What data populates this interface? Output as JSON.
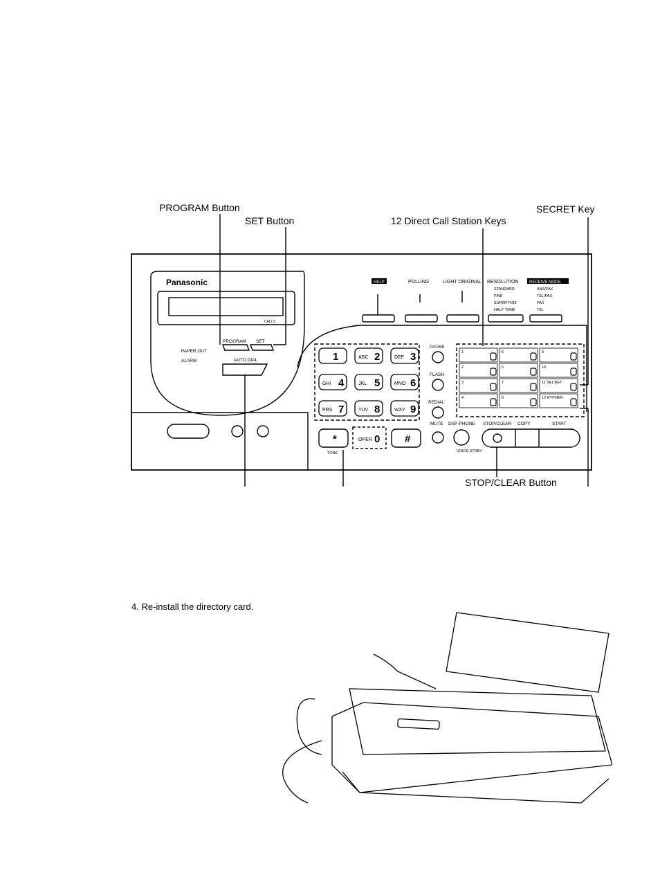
{
  "callouts": {
    "program_button": "PROGRAM Button",
    "set_button": "SET Button",
    "direct_call_keys": "12 Direct Call Station Keys",
    "secret_key": "SECRET Key",
    "stop_clear_button": "STOP/CLEAR Button"
  },
  "panel": {
    "brand": "Panasonic",
    "calls": "CALLS",
    "help": "HELP",
    "polling": "POLLING",
    "light_original": "LIGHT ORIGINAL",
    "resolution": "RESOLUTION",
    "receive_mode": "RECEIVE MODE",
    "resolution_options": [
      "STANDARD",
      "FINE",
      "SUPER FINE",
      "HALF TONE"
    ],
    "receive_options": [
      "ANS/FAX",
      "TEL/FAX",
      "FAX",
      "TEL"
    ],
    "program": "PROGRAM",
    "set": "SET",
    "auto_dial": "AUTO DIAL",
    "paper_out": "PAPER OUT",
    "alarm": "ALARM",
    "keypad": [
      {
        "letters": "",
        "digit": "1"
      },
      {
        "letters": "ABC",
        "digit": "2"
      },
      {
        "letters": "DEF",
        "digit": "3"
      },
      {
        "letters": "GHI",
        "digit": "4"
      },
      {
        "letters": "JKL",
        "digit": "5"
      },
      {
        "letters": "MNO",
        "digit": "6"
      },
      {
        "letters": "PRS",
        "digit": "7"
      },
      {
        "letters": "TUV",
        "digit": "8"
      },
      {
        "letters": "WXY",
        "digit": "9"
      },
      {
        "letters": "",
        "digit": "*"
      },
      {
        "letters": "OPER",
        "digit": "0"
      },
      {
        "letters": "",
        "digit": "#"
      }
    ],
    "tone": "TONE",
    "pause": "PAUSE",
    "flash": "FLASH",
    "redial": "REDIAL",
    "mute": "MUTE",
    "dsp_phone": "DSP-PHONE",
    "voice_stdby": "VOICE STDBY",
    "stop_clear": "STOP/CLEAR",
    "copy": "COPY",
    "start": "START",
    "station_labels": [
      "1",
      "5",
      "9",
      "2",
      "6",
      "10",
      "3",
      "7",
      "11 SECRET",
      "4",
      "8",
      "12 HYPHEN"
    ]
  },
  "step": {
    "text": "4.  Re-install the directory card."
  }
}
